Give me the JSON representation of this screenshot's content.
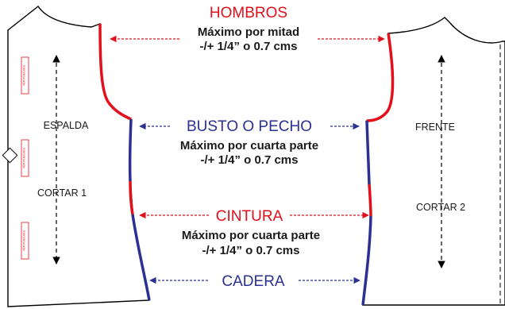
{
  "colors": {
    "outline": "#000000",
    "red": "#e3101b",
    "blue": "#2b3091",
    "text": "#1a1a1a"
  },
  "pieces": {
    "back": {
      "name": "ESPALDA",
      "cut": "CORTAR 1"
    },
    "front": {
      "name": "FRENTE",
      "cut": "CORTAR 2"
    }
  },
  "tag_text": "VER PLIEGUES",
  "measurements": {
    "shoulders": {
      "title": "HOMBROS",
      "rule": "Máximo por mitad",
      "tolerance": "-/+ 1/4” o 0.7 cms"
    },
    "bust": {
      "title": "BUSTO O PECHO",
      "rule": "Máximo por cuarta parte",
      "tolerance": "-/+ 1/4” o 0.7 cms"
    },
    "waist": {
      "title": "CINTURA",
      "rule": "Máximo por cuarta parte",
      "tolerance": "-/+ 1/4” o 0.7 cms"
    },
    "hip": {
      "title": "CADERA"
    }
  }
}
